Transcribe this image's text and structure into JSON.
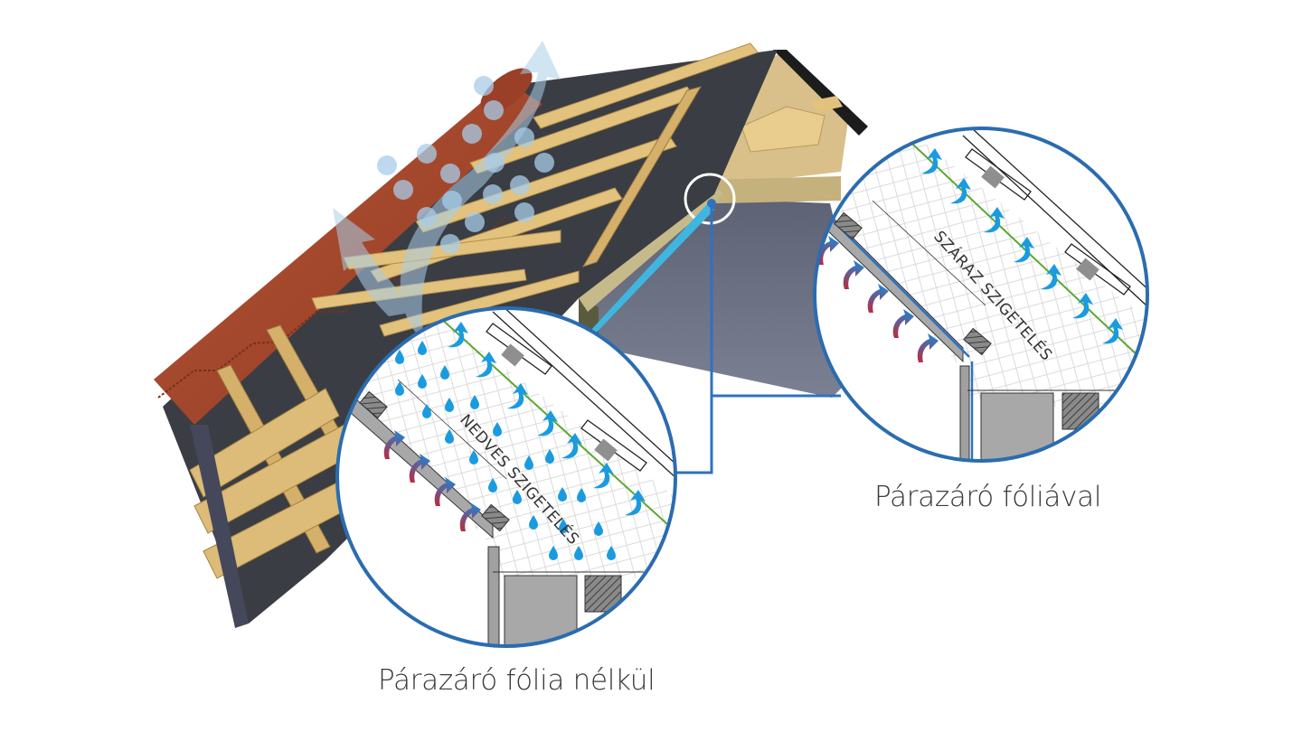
{
  "diagram": {
    "subject": "Roof cross-section with vapor barrier comparison",
    "colors": {
      "callout_ring": "#2b6cb0",
      "leader_line": "#2f72bf",
      "vapor_arrow": "#1a9be0",
      "warm_arrow_bottom": "#c0283a",
      "warm_arrow_top": "#2c7cc9",
      "membrane_line": "#5aa832",
      "vapor_barrier": "#2f72bf",
      "roof_tile": "#a9472f",
      "timber": "#e2c27c",
      "underlay": "#3a3d44",
      "ceiling_board": "#6f7485",
      "insulation": "#c6b98a"
    },
    "callouts": [
      {
        "id": "without-barrier",
        "inner_label": "NEDVES SZIGETELÉS",
        "caption": "Párazáró fólia nélkül",
        "state": "wet insulation",
        "has_vapor_barrier": false
      },
      {
        "id": "with-barrier",
        "inner_label": "SZÁRAZ SZIGETELÉS",
        "caption": "Párazáró fóliával",
        "state": "dry insulation",
        "has_vapor_barrier": true
      }
    ],
    "icons": [
      "water-drop-icon",
      "vapor-arrow-icon",
      "warm-air-arrow-icon",
      "vapor-cloud-icon"
    ]
  }
}
